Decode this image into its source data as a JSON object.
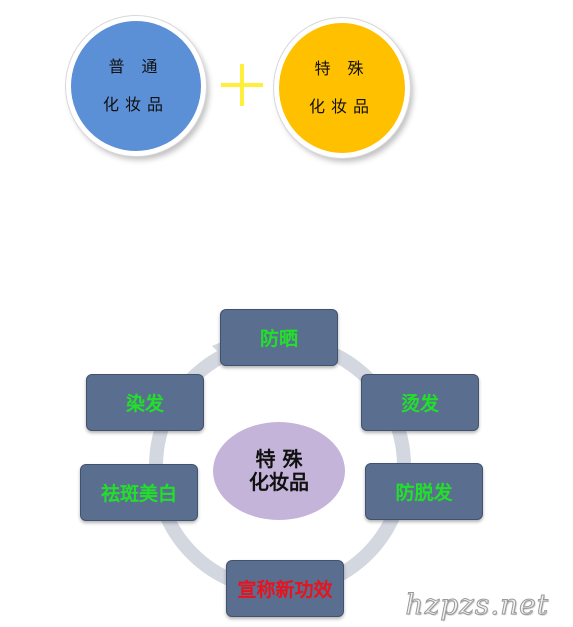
{
  "top": {
    "left_circle": {
      "line1": "普 通",
      "line2": "化妆品",
      "color": "#5b8fd6"
    },
    "plus_color": "#ffef3a",
    "right_circle": {
      "line1": "特 殊",
      "line2": "化妆品",
      "color": "#ffc000"
    }
  },
  "cycle": {
    "center": {
      "line1": "特 殊",
      "line2": "化妆品",
      "color": "#c5b4d9"
    },
    "nodes": [
      {
        "label": "防晒"
      },
      {
        "label": "烫发"
      },
      {
        "label": "防脱发"
      },
      {
        "label": "宣称新功效"
      },
      {
        "label": "祛斑美白"
      },
      {
        "label": "染发"
      }
    ],
    "node_color": "#5a6e8f",
    "text_green": "#22e02a",
    "text_red": "#e8131c",
    "ring_color": "#d3d7e0"
  },
  "watermark": "hzpzs.net"
}
